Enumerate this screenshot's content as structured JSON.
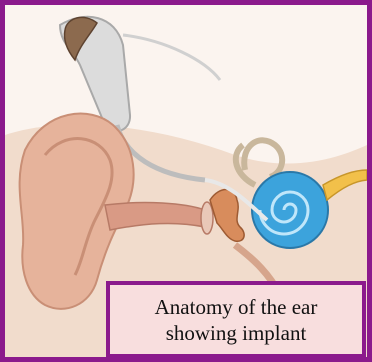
{
  "caption": {
    "line1": "Anatomy of the ear",
    "line2": "showing implant"
  },
  "colors": {
    "frame_border": "#8b1a8c",
    "caption_background": "#f8dede",
    "skin": "#e6b39b",
    "cochlea": "#3ca3dc",
    "implant": "#d8d8d8"
  },
  "illustration": {
    "subject": "ear-with-cochlear-implant",
    "parts": [
      "outer-ear",
      "ear-canal",
      "eardrum",
      "ossicles",
      "cochlea",
      "semicircular-canals",
      "auditory-nerve",
      "implant-processor",
      "implant-electrode"
    ]
  }
}
